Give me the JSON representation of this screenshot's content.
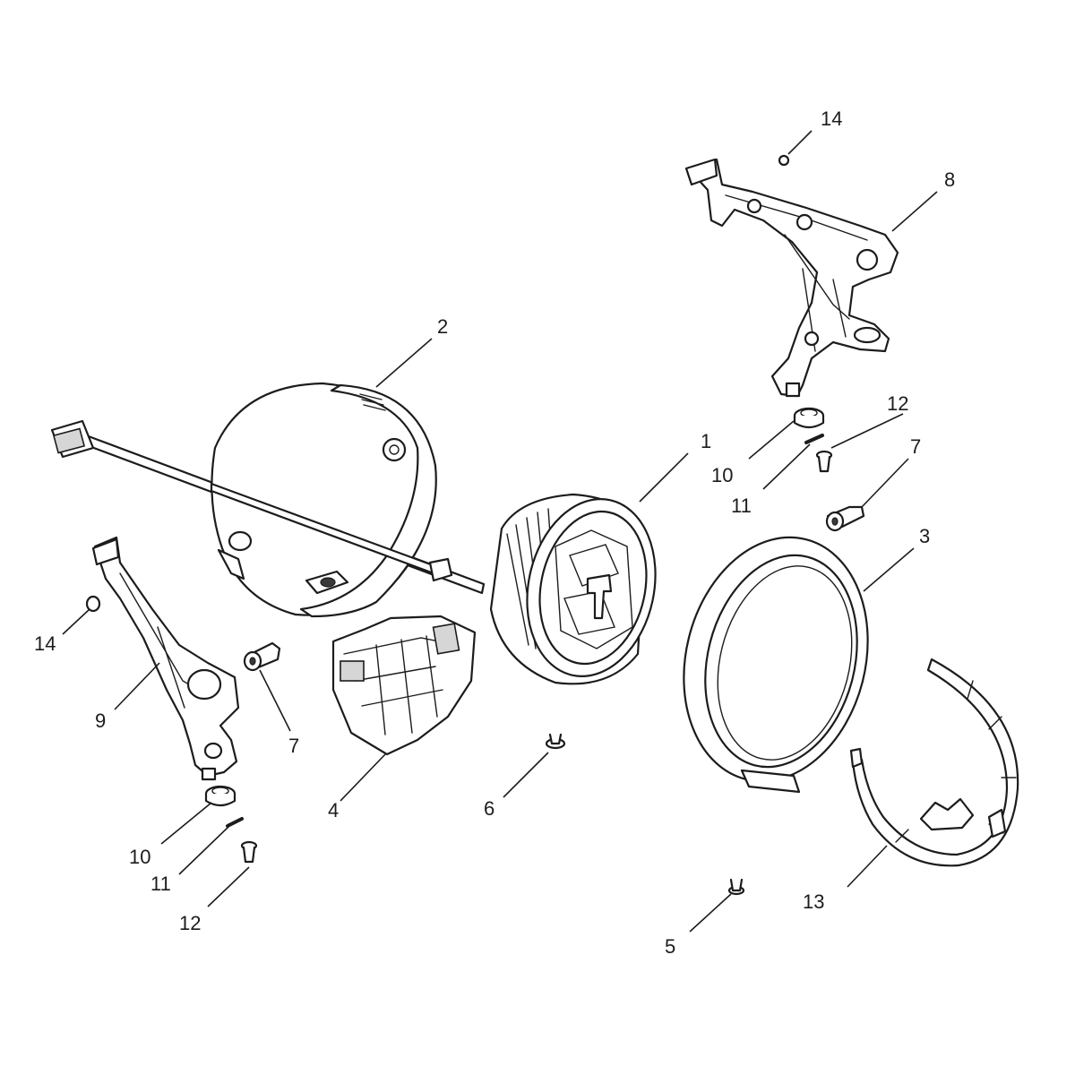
{
  "diagram": {
    "callouts": [
      {
        "id": "c-1",
        "label": "1"
      },
      {
        "id": "c-2",
        "label": "2"
      },
      {
        "id": "c-3",
        "label": "3"
      },
      {
        "id": "c-4",
        "label": "4"
      },
      {
        "id": "c-5",
        "label": "5"
      },
      {
        "id": "c-6",
        "label": "6"
      },
      {
        "id": "c-7a",
        "label": "7"
      },
      {
        "id": "c-7b",
        "label": "7"
      },
      {
        "id": "c-8",
        "label": "8"
      },
      {
        "id": "c-9",
        "label": "9"
      },
      {
        "id": "c-10a",
        "label": "10"
      },
      {
        "id": "c-10b",
        "label": "10"
      },
      {
        "id": "c-11a",
        "label": "11"
      },
      {
        "id": "c-11b",
        "label": "11"
      },
      {
        "id": "c-12a",
        "label": "12"
      },
      {
        "id": "c-12b",
        "label": "12"
      },
      {
        "id": "c-13",
        "label": "13"
      },
      {
        "id": "c-14a",
        "label": "14"
      },
      {
        "id": "c-14b",
        "label": "14"
      }
    ]
  }
}
